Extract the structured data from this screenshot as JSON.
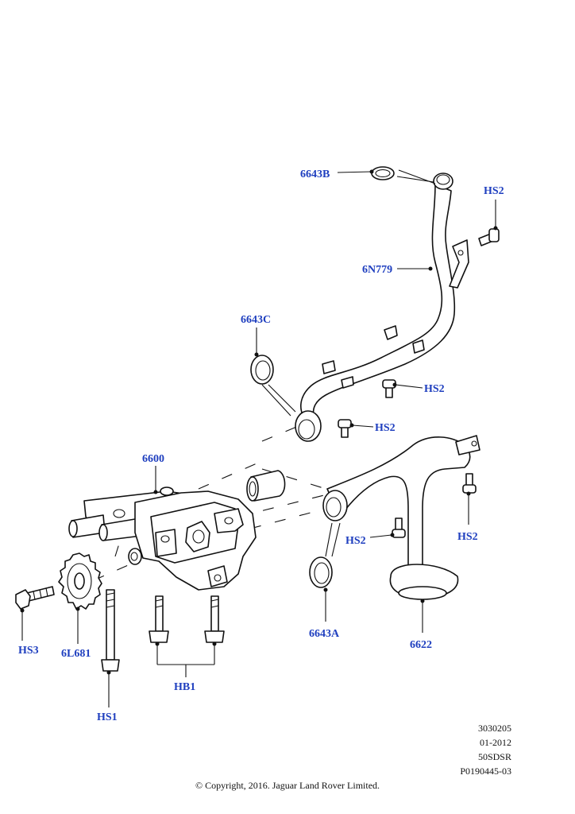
{
  "labels": {
    "p6643B": "6643B",
    "hs2_top": "HS2",
    "p6N779": "6N779",
    "p6643C": "6643C",
    "hs2_mid1": "HS2",
    "hs2_mid2": "HS2",
    "p6600": "6600",
    "hs2_low_left": "HS2",
    "hs2_low_right": "HS2",
    "p6643A": "6643A",
    "p6622": "6622",
    "hs3": "HS3",
    "p6L681": "6L681",
    "hb1": "HB1",
    "hs1": "HS1"
  },
  "meta": {
    "code1": "3030205",
    "date": "01-2012",
    "code2": "50SDSR",
    "ref": "P0190445-03"
  },
  "copyright": "© Copyright, 2016. Jaguar Land Rover Limited.",
  "colors": {
    "label": "#1f3fbf",
    "line": "#111111",
    "background": "#ffffff"
  }
}
